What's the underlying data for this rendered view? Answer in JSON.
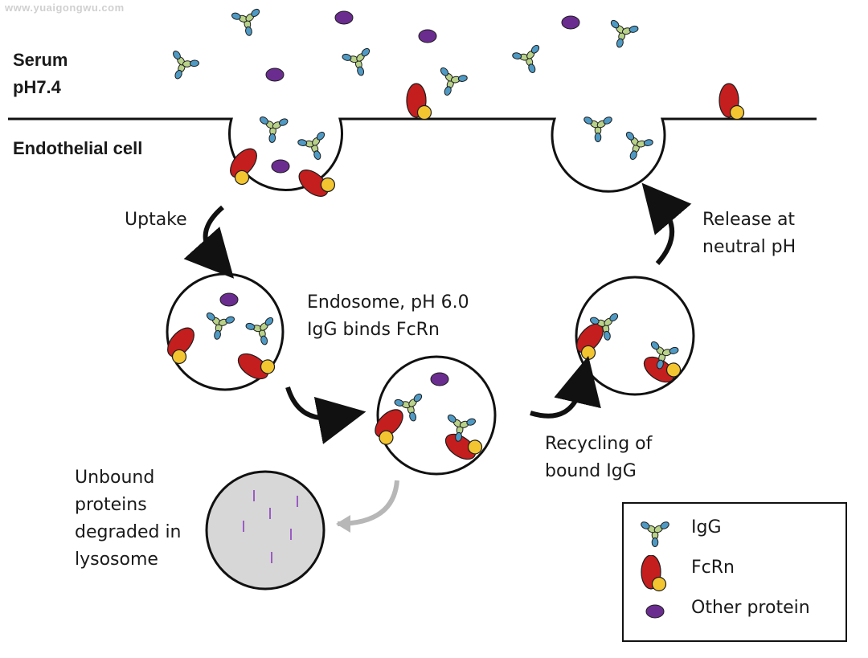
{
  "watermark": "www.yuaigongwu.com",
  "regions": {
    "serum_line1": "Serum",
    "serum_line2": "pH7.4",
    "cell": "Endothelial cell"
  },
  "steps": {
    "uptake": "Uptake",
    "release_line1": "Release at",
    "release_line2": "neutral pH",
    "endosome_line1": "Endosome, pH 6.0",
    "endosome_line2": "IgG binds FcRn",
    "recycling_line1": "Recycling of",
    "recycling_line2": "bound IgG",
    "unbound_line1": "Unbound",
    "unbound_line2": "proteins",
    "unbound_line3": "degraded in",
    "unbound_line4": "lysosome"
  },
  "legend": {
    "igg": "IgG",
    "fcrn": "FcRn",
    "other": "Other protein"
  },
  "colors": {
    "igg_fab": "#4f9ac4",
    "igg_fc": "#b9d28a",
    "fcrn_alpha": "#c41e1e",
    "fcrn_b2m": "#f3c531",
    "other_protein": "#6a2d8f",
    "lysosome_fill": "#d7d7d7",
    "arrow": "#111111",
    "arrow_faded": "#b7b7b7"
  }
}
